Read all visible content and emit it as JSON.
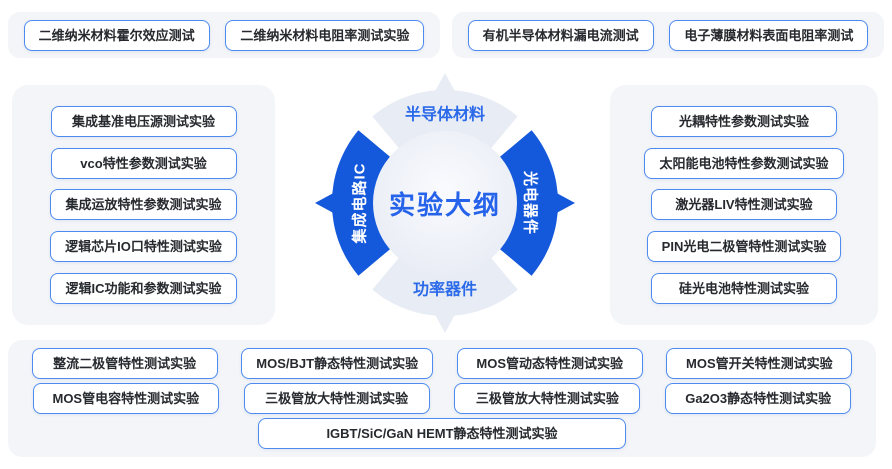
{
  "diagram_title": "实验大纲",
  "colors": {
    "segment_blue": "#1458db",
    "segment_gray": "#e8ecf4",
    "pill_border_blue": "#4e8bf0",
    "label_blue": "#2b6ae9",
    "title_blue": "#2563eb",
    "panel_gray": "#f3f5f8"
  },
  "center": {
    "title": "实验大纲",
    "segments": {
      "top": "半导体材料",
      "right": "光电器件",
      "bottom": "功率器件",
      "left": "集成电路IC"
    }
  },
  "top_row": {
    "groups": [
      {
        "items": [
          "二维纳米材料霍尔效应测试",
          "二维纳米材料电阻率测试实验"
        ]
      },
      {
        "items": [
          "有机半导体材料漏电流测试",
          "电子薄膜材料表面电阻率测试"
        ]
      }
    ]
  },
  "left_panel": {
    "items": [
      "集成基准电压源测试实验",
      "vco特性参数测试实验",
      "集成运放特性参数测试实验",
      "逻辑芯片IO口特性测试实验",
      "逻辑IC功能和参数测试实验"
    ]
  },
  "right_panel": {
    "items": [
      "光耦特性参数测试实验",
      "太阳能电池特性参数测试实验",
      "激光器LIV特性测试实验",
      "PIN光电二极管特性测试实验",
      "硅光电池特性测试实验"
    ]
  },
  "bottom_panel": {
    "row1": [
      "整流二极管特性测试实验",
      "MOS/BJT静态特性测试实验",
      "MOS管动态特性测试实验",
      "MOS管开关特性测试实验"
    ],
    "row2": [
      "MOS管电容特性测试实验",
      "三极管放大特性测试实验",
      "三极管放大特性测试实验",
      "Ga2O3静态特性测试实验"
    ],
    "row3": "IGBT/SiC/GaN HEMT静态特性测试实验"
  }
}
